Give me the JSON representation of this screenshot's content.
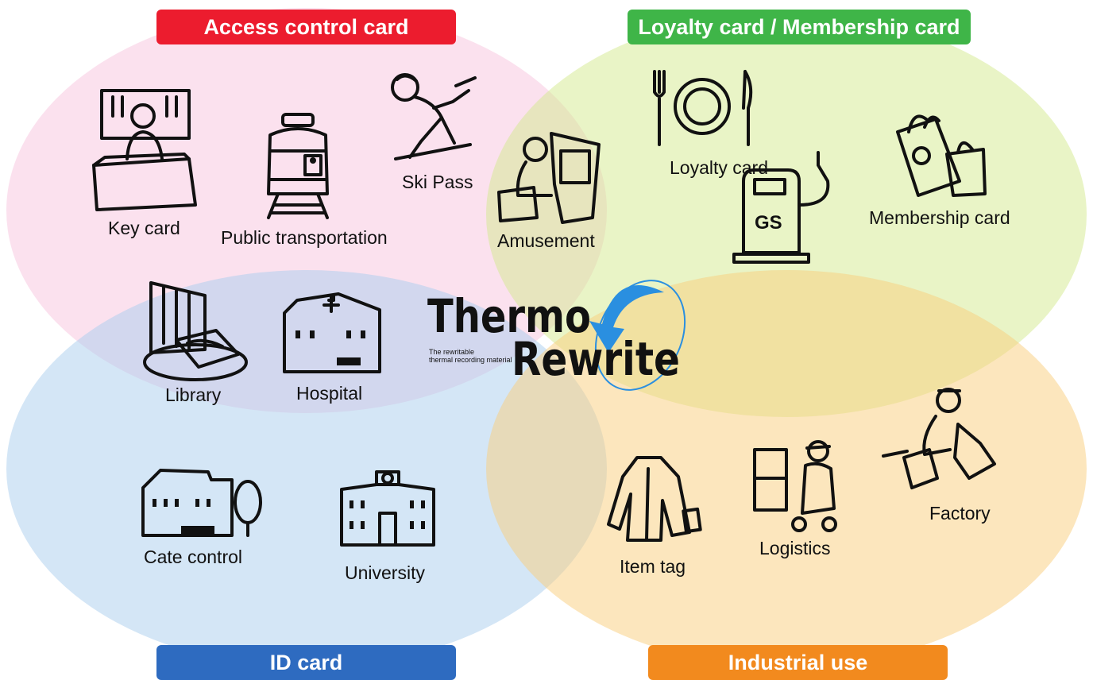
{
  "categories": {
    "access": {
      "label": "Access control card",
      "color": "#ec1c2e"
    },
    "loyalty": {
      "label": "Loyalty card / Membership card",
      "color": "#3fb548"
    },
    "id": {
      "label": "ID card",
      "color": "#2e6bc0"
    },
    "industrial": {
      "label": "Industrial use",
      "color": "#f28a1e"
    }
  },
  "region_colors": {
    "access": "#f7c4dd",
    "loyalty": "#d3ea8e",
    "id": "#a9cdee",
    "industrial": "#f9cd7c"
  },
  "items": {
    "key_card": "Key card",
    "public_transportation": "Public transportation",
    "ski_pass": "Ski Pass",
    "amusement": "Amusement",
    "loyalty_card": "Loyalty card",
    "membership_card": "Membership card",
    "library": "Library",
    "hospital": "Hospital",
    "gate_control": "Cate control",
    "university": "University",
    "item_tag": "Item tag",
    "logistics": "Logistics",
    "factory": "Factory"
  },
  "logo": {
    "line1": "Thermo",
    "line2": "Rewrite",
    "tagline1": "The rewritable",
    "tagline2": "thermal recording material",
    "arrow_color": "#2a8fe0",
    "gs_text": "GS"
  }
}
